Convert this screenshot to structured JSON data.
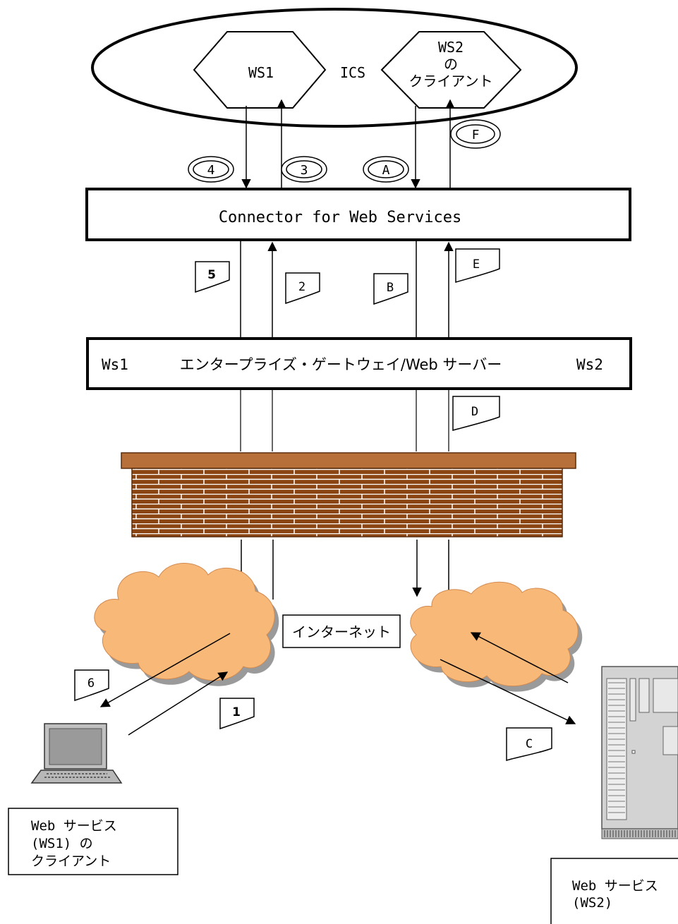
{
  "ics": {
    "label": "ICS",
    "ws1_label": "WS1",
    "ws2_client_lines": [
      "WS2",
      "の",
      "クライアント"
    ]
  },
  "connector": {
    "label": "Connector for Web Services"
  },
  "gateway": {
    "left_label": "Ws1",
    "center_label": "エンタープライズ・ゲートウェイ/Web サーバー",
    "right_label": "Ws2"
  },
  "internet": {
    "label": "インターネット"
  },
  "client_ws1": {
    "lines": [
      "Web サービス",
      "(WS1) の",
      "クライアント"
    ]
  },
  "server_ws2": {
    "lines": [
      "Web サービス",
      "(WS2)"
    ]
  },
  "step_labels": {
    "s1": "1",
    "s2": "2",
    "s3": "3",
    "s4": "4",
    "s5": "5",
    "s6": "6",
    "sA": "A",
    "sB": "B",
    "sC": "C",
    "sD": "D",
    "sE": "E",
    "sF": "F"
  },
  "colors": {
    "brick": "#8B4513",
    "brick_top": "#B8703A",
    "cloud": "#F8B878",
    "server": "#D3D3D3"
  }
}
